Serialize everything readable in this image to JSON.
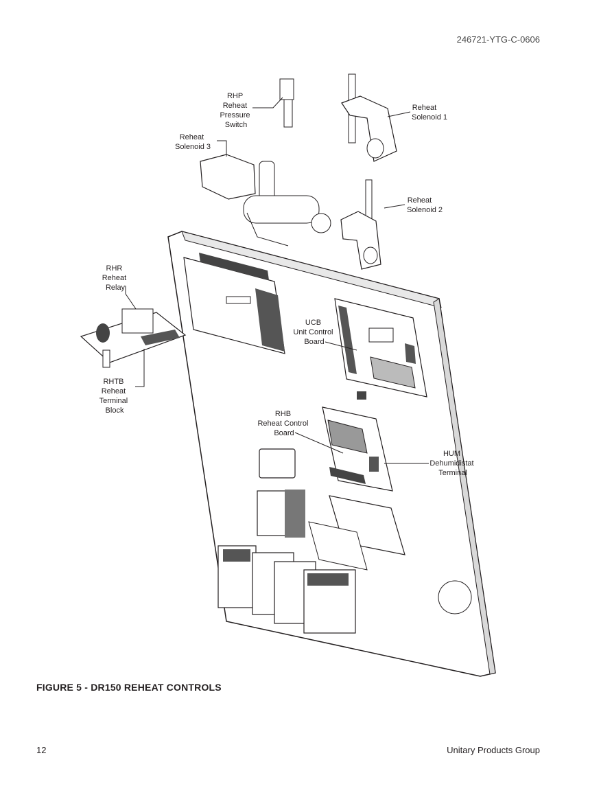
{
  "header": {
    "doc_number": "246721-YTG-C-0606"
  },
  "figure": {
    "caption": "FIGURE 5 -  DR150 REHEAT CONTROLS",
    "labels": {
      "rhp": [
        "RHP",
        "Reheat",
        "Pressure",
        "Switch"
      ],
      "solenoid1": [
        "Reheat",
        "Solenoid 1"
      ],
      "solenoid3": [
        "Reheat",
        "Solenoid 3"
      ],
      "solenoid2": [
        "Reheat",
        "Solenoid 2"
      ],
      "rhr": [
        "RHR",
        "Reheat",
        "Relay"
      ],
      "ucb": [
        "UCB",
        "Unit Control",
        "Board"
      ],
      "rhtb": [
        "RHTB",
        "Reheat",
        "Terminal",
        "Block"
      ],
      "rhb": [
        "RHB",
        "Reheat Control",
        "Board"
      ],
      "hum": [
        "HUM",
        "Dehumidistat",
        "Terminal"
      ]
    }
  },
  "footer": {
    "page_number": "12",
    "organization": "Unitary Products Group"
  }
}
